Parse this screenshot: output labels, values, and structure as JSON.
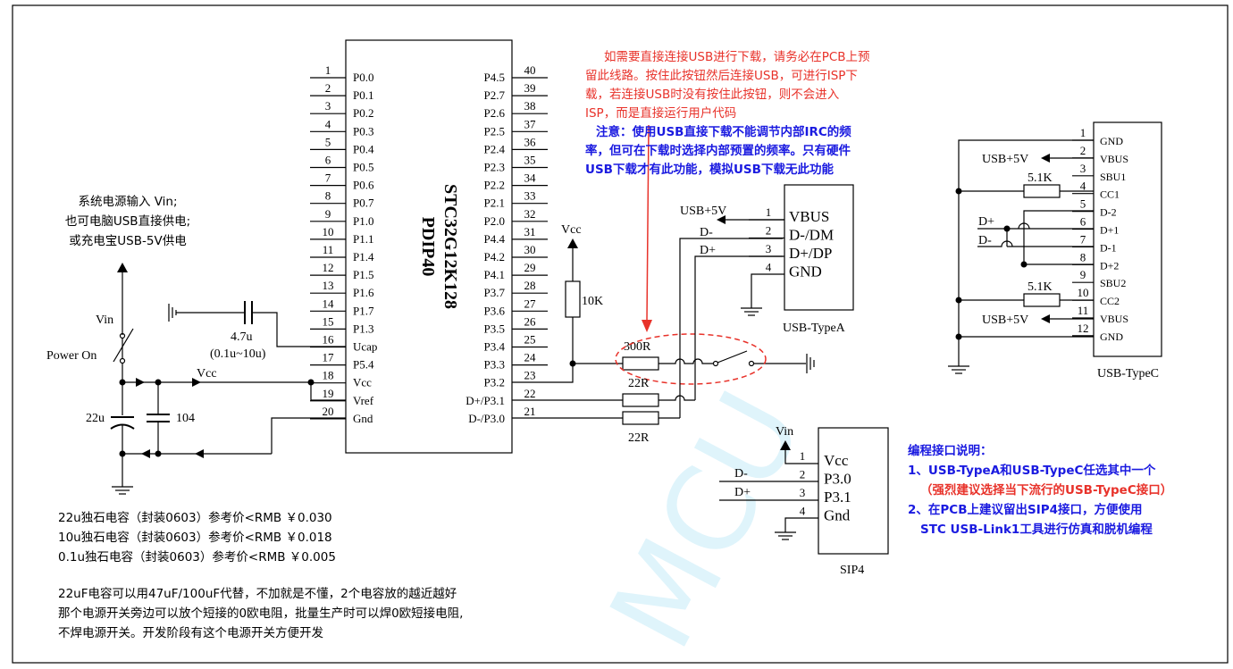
{
  "chip": {
    "name": "STC32G12K128",
    "package": "PDIP40",
    "left_pins": [
      {
        "num": "1",
        "name": "P0.0"
      },
      {
        "num": "2",
        "name": "P0.1"
      },
      {
        "num": "3",
        "name": "P0.2"
      },
      {
        "num": "4",
        "name": "P0.3"
      },
      {
        "num": "5",
        "name": "P0.4"
      },
      {
        "num": "6",
        "name": "P0.5"
      },
      {
        "num": "7",
        "name": "P0.6"
      },
      {
        "num": "8",
        "name": "P0.7"
      },
      {
        "num": "9",
        "name": "P1.0"
      },
      {
        "num": "10",
        "name": "P1.1"
      },
      {
        "num": "11",
        "name": "P1.4"
      },
      {
        "num": "12",
        "name": "P1.5"
      },
      {
        "num": "13",
        "name": "P1.6"
      },
      {
        "num": "14",
        "name": "P1.7"
      },
      {
        "num": "15",
        "name": "P1.3"
      },
      {
        "num": "16",
        "name": "Ucap"
      },
      {
        "num": "17",
        "name": "P5.4"
      },
      {
        "num": "18",
        "name": "Vcc"
      },
      {
        "num": "19",
        "name": "Vref"
      },
      {
        "num": "20",
        "name": "Gnd"
      }
    ],
    "right_pins": [
      {
        "num": "40",
        "name": "P4.5"
      },
      {
        "num": "39",
        "name": "P2.7"
      },
      {
        "num": "38",
        "name": "P2.6"
      },
      {
        "num": "37",
        "name": "P2.5"
      },
      {
        "num": "36",
        "name": "P2.4"
      },
      {
        "num": "35",
        "name": "P2.3"
      },
      {
        "num": "34",
        "name": "P2.2"
      },
      {
        "num": "33",
        "name": "P2.1"
      },
      {
        "num": "32",
        "name": "P2.0"
      },
      {
        "num": "31",
        "name": "P4.4"
      },
      {
        "num": "30",
        "name": "P4.2"
      },
      {
        "num": "29",
        "name": "P4.1"
      },
      {
        "num": "28",
        "name": "P3.7"
      },
      {
        "num": "27",
        "name": "P3.6"
      },
      {
        "num": "26",
        "name": "P3.5"
      },
      {
        "num": "25",
        "name": "P3.4"
      },
      {
        "num": "24",
        "name": "P3.3"
      },
      {
        "num": "23",
        "name": "P3.2"
      },
      {
        "num": "22",
        "name": "D+/P3.1"
      },
      {
        "num": "21",
        "name": "D-/P3.0"
      }
    ]
  },
  "power": {
    "input_note": [
      "系统电源输入 Vin;",
      "也可电脑USB直接供电;",
      "或充电宝USB-5V供电"
    ],
    "vin_label": "Vin",
    "switch_label": "Power On",
    "vcc_label": "Vcc",
    "cap_22u": "22u",
    "cap_104": "104",
    "ucap_value": "4.7u",
    "ucap_range": "(0.1u~10u)"
  },
  "pullup": {
    "vcc_label": "Vcc",
    "resistor": "10K"
  },
  "usb_circuit": {
    "r_300": "300R",
    "r_22_top": "22R",
    "r_22_bottom": "22R",
    "d_minus": "D-",
    "d_plus": "D+",
    "usb5v": "USB+5V"
  },
  "usb_typea": {
    "title": "USB-TypeA",
    "pins": [
      {
        "num": "1",
        "name": "VBUS"
      },
      {
        "num": "2",
        "name": "D-/DM"
      },
      {
        "num": "3",
        "name": "D+/DP"
      },
      {
        "num": "4",
        "name": "GND"
      }
    ]
  },
  "usb_typec": {
    "title": "USB-TypeC",
    "pins": [
      {
        "num": "1",
        "name": "GND"
      },
      {
        "num": "2",
        "name": "VBUS"
      },
      {
        "num": "3",
        "name": "SBU1"
      },
      {
        "num": "4",
        "name": "CC1"
      },
      {
        "num": "5",
        "name": "D-2"
      },
      {
        "num": "6",
        "name": "D+1"
      },
      {
        "num": "7",
        "name": "D-1"
      },
      {
        "num": "8",
        "name": "D+2"
      },
      {
        "num": "9",
        "name": "SBU2"
      },
      {
        "num": "10",
        "name": "CC2"
      },
      {
        "num": "11",
        "name": "VBUS"
      },
      {
        "num": "12",
        "name": "GND"
      }
    ],
    "usb5v_top": "USB+5V",
    "usb5v_bottom": "USB+5V",
    "r_cc1": "5.1K",
    "r_cc2": "5.1K",
    "d_plus": "D+",
    "d_minus": "D-"
  },
  "sip4": {
    "title": "SIP4",
    "vin_label": "Vin",
    "d_minus": "D-",
    "d_plus": "D+",
    "pins": [
      {
        "num": "1",
        "name": "Vcc"
      },
      {
        "num": "2",
        "name": "P3.0"
      },
      {
        "num": "3",
        "name": "P3.1"
      },
      {
        "num": "4",
        "name": "Gnd"
      }
    ]
  },
  "notes": {
    "red_note": [
      "如需要直接连接USB进行下载，请务必在PCB上预",
      "留此线路。按住此按钮然后连接USB，可进行ISP下",
      "载，若连接USB时没有按住此按钮，则不会进入",
      "ISP，而是直接运行用户代码"
    ],
    "blue_note": [
      "注意：使用USB直接下载不能调节内部IRC的频",
      "率，但可在下载时选择内部预置的频率。只有硬件",
      "USB下载才有此功能，模拟USB下载无此功能"
    ],
    "cap_prices": [
      "22u独石电容（封装0603）参考价<RMB ￥0.030",
      "10u独石电容（封装0603）参考价<RMB ￥0.018",
      "0.1u独石电容（封装0603）参考价<RMB ￥0.005"
    ],
    "bottom_note": [
      "22uF电容可以用47uF/100uF代替，不加就是不懂，2个电容放的越近越好",
      "那个电源开关旁边可以放个短接的0欧电阻，批量生产时可以焊0欧短接电阻,",
      "不焊电源开关。开发阶段有这个电源开关方便开发"
    ],
    "prog_title": "编程接口说明：",
    "prog_line1": "1、USB-TypeA和USB-TypeC任选其中一个",
    "prog_line2": "（强烈建议选择当下流行的USB-TypeC接口）",
    "prog_line3": "2、在PCB上建议留出SIP4接口，方便使用",
    "prog_line4": "STC USB-Link1工具进行仿真和脱机编程"
  },
  "watermark": "MCU",
  "colors": {
    "red": "#e8322a",
    "blue": "#1a1ae0",
    "watermark": "#dff4fb"
  }
}
